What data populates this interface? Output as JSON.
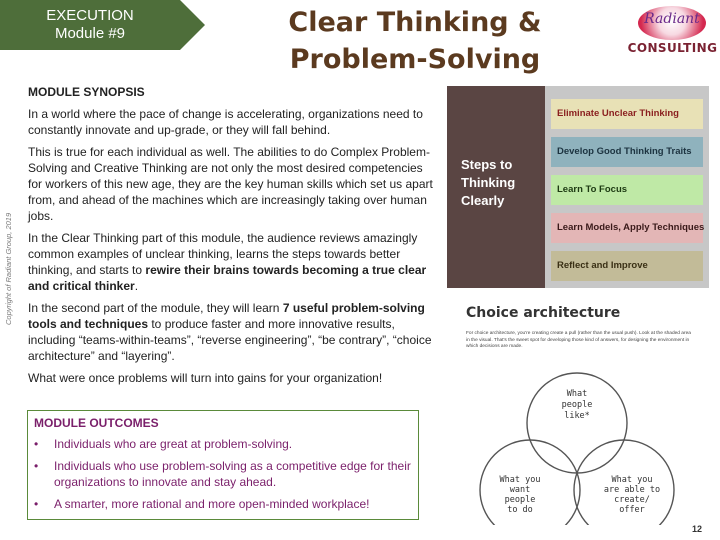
{
  "header": {
    "section_label": "EXECUTION",
    "module_label": "Module #9",
    "title": "Clear Thinking & Problem-Solving"
  },
  "logo": {
    "script_text": "Radiant",
    "word_text": "CONSULTING"
  },
  "copyright": "Copyright of Radiant Group, 2019",
  "synopsis": {
    "heading": "MODULE SYNOPSIS",
    "p1": "In a world where the pace of change is accelerating, organizations need to constantly innovate and up-grade, or they will fall behind.",
    "p2": "This is true for each individual as well. The abilities to do Complex Problem-Solving and Creative Thinking are not only the most desired competencies for workers of this new age, they are the key human skills which set us apart from, and ahead of the machines which are increasingly taking over human jobs.",
    "p3_start": "In the Clear Thinking part of this module, the audience reviews amazingly common examples of unclear thinking, learns the steps towards better thinking, and starts to ",
    "p3_bold": "rewire their brains towards becoming a true clear and critical thinker",
    "p3_end": ".",
    "p4_start": "In the second part of the module, they will learn ",
    "p4_bold": "7 useful problem-solving tools and techniques",
    "p4_end": " to produce faster and more innovative results, including “teams-within-teams”, “reverse engineering”, “be contrary”, “choice architecture” and “layering”.",
    "p5": "What were once problems will turn into gains for your organization!"
  },
  "outcomes": {
    "heading": "MODULE OUTCOMES",
    "bullet": "•",
    "items": [
      "Individuals who are great at problem-solving.",
      "Individuals who use problem-solving as a competitive edge for their organizations to innovate and stay ahead.",
      "A smarter, more rational and more open-minded workplace!"
    ]
  },
  "steps": {
    "label": "Steps to Thinking Clearly",
    "items": [
      {
        "label": "Eliminate Unclear Thinking",
        "color": "#e8e1b6",
        "text_color": "#8a1e1e"
      },
      {
        "label": "Develop Good Thinking Traits",
        "color": "#8fb2bd",
        "text_color": "#1c3340"
      },
      {
        "label": "Learn To Focus",
        "color": "#bfe9a6",
        "text_color": "#1d3a12"
      },
      {
        "label": "Learn Models, Apply Techniques",
        "color": "#e3b6b6",
        "text_color": "#3a1a1a"
      },
      {
        "label": "Reflect and Improve",
        "color": "#c2bb98",
        "text_color": "#3a3015"
      }
    ]
  },
  "choice": {
    "title": "Choice architecture",
    "description": "For choice architecture, you're creating create a pull (rather than the usual push). Look at the shaded area in the visual. That's the sweet spot for developing those kind of answers, for designing the environment in which decisions are made.",
    "circle_top": [
      "What",
      "people",
      "like*"
    ],
    "circle_left": [
      "What you",
      "want",
      "people",
      "to do"
    ],
    "circle_right": [
      "What you",
      "are able to",
      "create/",
      "offer"
    ]
  },
  "colors": {
    "tag_green": "#4e6e3a",
    "title_brown": "#5b3a1f",
    "outcome_purple": "#7a1f6a",
    "panel_brown": "#5a4543"
  },
  "page_number": "12"
}
